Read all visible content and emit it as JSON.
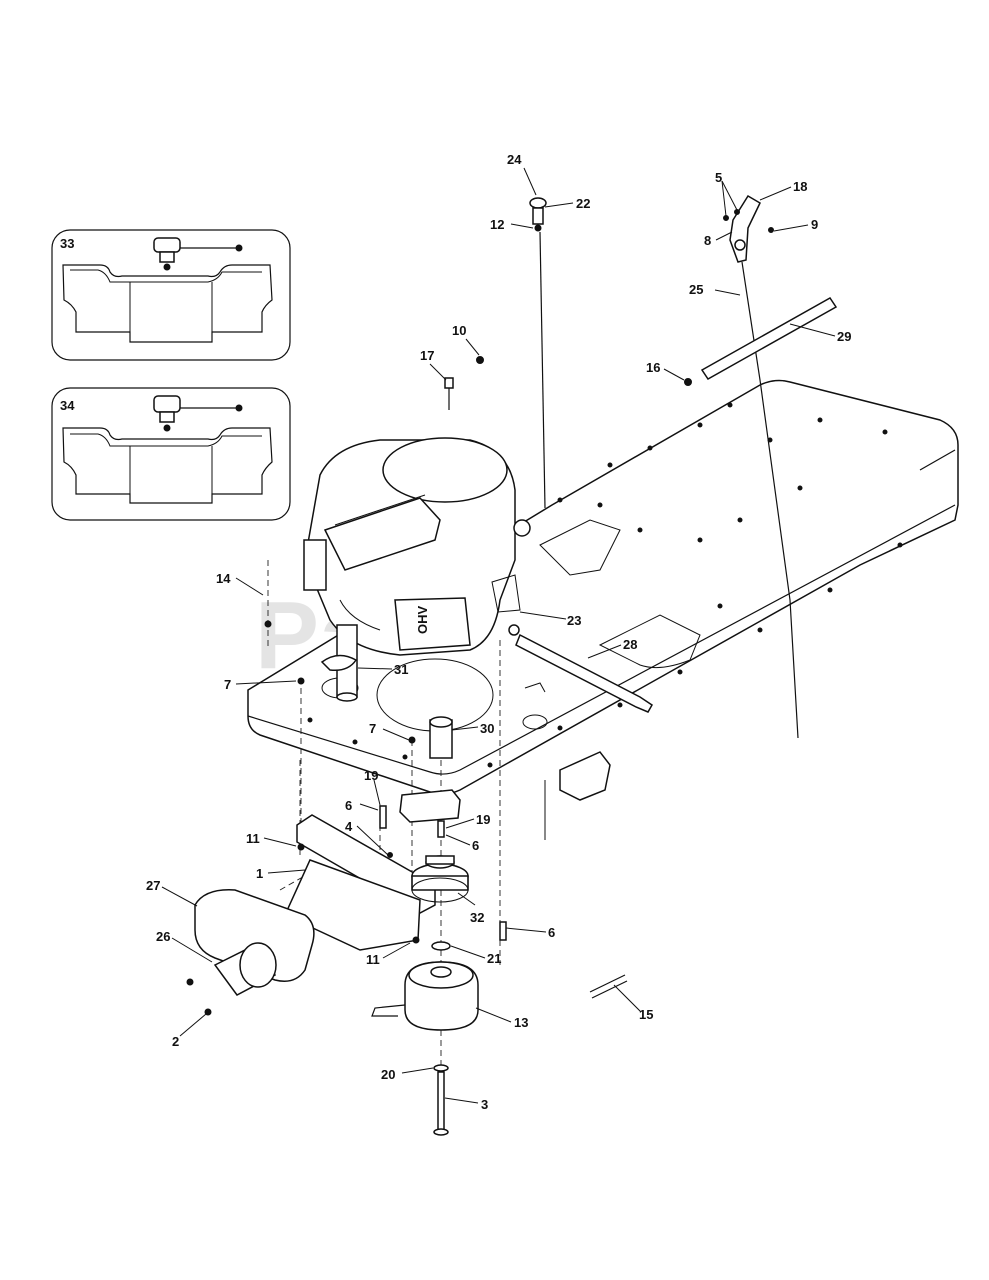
{
  "watermark": "PartsTree",
  "callouts": [
    {
      "id": "c1",
      "text": "1"
    },
    {
      "id": "c2",
      "text": "2"
    },
    {
      "id": "c3",
      "text": "3"
    },
    {
      "id": "c4",
      "text": "4"
    },
    {
      "id": "c5",
      "text": "5"
    },
    {
      "id": "c6a",
      "text": "6"
    },
    {
      "id": "c6b",
      "text": "6"
    },
    {
      "id": "c6c",
      "text": "6"
    },
    {
      "id": "c7a",
      "text": "7"
    },
    {
      "id": "c7b",
      "text": "7"
    },
    {
      "id": "c8",
      "text": "8"
    },
    {
      "id": "c9",
      "text": "9"
    },
    {
      "id": "c10",
      "text": "10"
    },
    {
      "id": "c11a",
      "text": "11"
    },
    {
      "id": "c11b",
      "text": "11"
    },
    {
      "id": "c12",
      "text": "12"
    },
    {
      "id": "c13",
      "text": "13"
    },
    {
      "id": "c14",
      "text": "14"
    },
    {
      "id": "c15",
      "text": "15"
    },
    {
      "id": "c16",
      "text": "16"
    },
    {
      "id": "c17",
      "text": "17"
    },
    {
      "id": "c18",
      "text": "18"
    },
    {
      "id": "c19a",
      "text": "19"
    },
    {
      "id": "c19b",
      "text": "19"
    },
    {
      "id": "c20",
      "text": "20"
    },
    {
      "id": "c21",
      "text": "21"
    },
    {
      "id": "c22",
      "text": "22"
    },
    {
      "id": "c23",
      "text": "23"
    },
    {
      "id": "c24",
      "text": "24"
    },
    {
      "id": "c25",
      "text": "25"
    },
    {
      "id": "c26",
      "text": "26"
    },
    {
      "id": "c27",
      "text": "27"
    },
    {
      "id": "c28",
      "text": "28"
    },
    {
      "id": "c29",
      "text": "29"
    },
    {
      "id": "c30",
      "text": "30"
    },
    {
      "id": "c31",
      "text": "31"
    },
    {
      "id": "c32",
      "text": "32"
    },
    {
      "id": "c33",
      "text": "33"
    },
    {
      "id": "c34",
      "text": "34"
    }
  ],
  "engine_label": "OHV"
}
